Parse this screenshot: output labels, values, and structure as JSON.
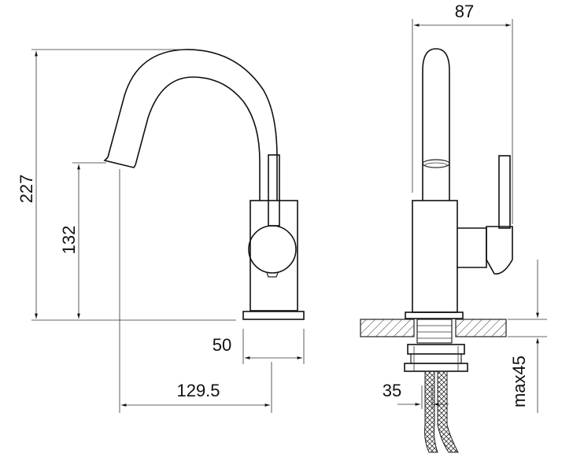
{
  "dimensions": {
    "overall_height": "227",
    "spout_height": "132",
    "base_width": "50",
    "spout_reach": "129.5",
    "side_width": "87",
    "hose_distance": "35",
    "counter_thickness": "max45"
  },
  "colors": {
    "line": "#222222",
    "background": "#ffffff"
  }
}
